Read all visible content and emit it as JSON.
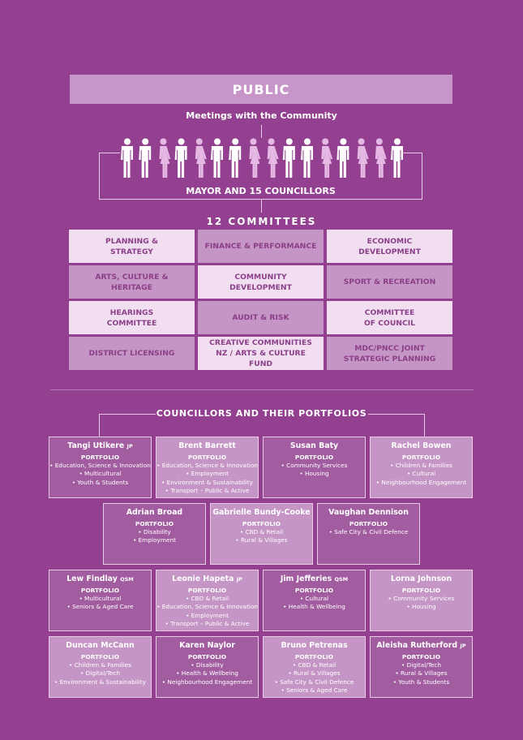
{
  "public_banner": "PUBLIC",
  "meetings_label": "Meetings with the Community",
  "mayor_label": "MAYOR AND 15 COUNCILLORS",
  "people_sequence": [
    "m",
    "m",
    "f",
    "m",
    "f",
    "m",
    "m",
    "f",
    "f",
    "m",
    "m",
    "f",
    "m",
    "f",
    "f",
    "m"
  ],
  "committees_title": "12 COMMITTEES",
  "committees": [
    {
      "label": "PLANNING &\nSTRATEGY",
      "tone": "l"
    },
    {
      "label": "FINANCE & PERFORMANCE",
      "tone": "d"
    },
    {
      "label": "ECONOMIC\nDEVELOPMENT",
      "tone": "l"
    },
    {
      "label": "ARTS, CULTURE & HERITAGE",
      "tone": "d"
    },
    {
      "label": "COMMUNITY\nDEVELOPMENT",
      "tone": "l"
    },
    {
      "label": "SPORT & RECREATION",
      "tone": "d"
    },
    {
      "label": "HEARINGS\nCOMMITTEE",
      "tone": "l"
    },
    {
      "label": "AUDIT & RISK",
      "tone": "d"
    },
    {
      "label": "COMMITTEE\nOF COUNCIL",
      "tone": "l"
    },
    {
      "label": "DISTRICT LICENSING",
      "tone": "d"
    },
    {
      "label": "CREATIVE COMMUNITIES\nNZ / ARTS & CULTURE FUND",
      "tone": "l"
    },
    {
      "label": "MDC/PNCC JOINT\nSTRATEGIC PLANNING",
      "tone": "d"
    }
  ],
  "portfolios_title": "COUNCILLORS AND THEIR PORTFOLIOS",
  "portfolio_heading": "PORTFOLIO",
  "councillors": [
    {
      "name": "Tangi Utikere",
      "honour": "JP",
      "tone": "d",
      "items": [
        "• Education, Science & Innovation",
        "• Multicultural",
        "• Youth & Students"
      ]
    },
    {
      "name": "Brent Barrett",
      "honour": "",
      "tone": "l",
      "items": [
        "• Education, Science & Innovation",
        "• Employment",
        "• Environment & Sustainability",
        "• Transport – Public & Active"
      ]
    },
    {
      "name": "Susan Baty",
      "honour": "",
      "tone": "d",
      "items": [
        "• Community Services",
        "• Housing"
      ]
    },
    {
      "name": "Rachel Bowen",
      "honour": "",
      "tone": "l",
      "items": [
        "• Children & Families",
        "• Cultural",
        "• Neighbourhood Engagement"
      ]
    },
    {
      "name": "Adrian Broad",
      "honour": "",
      "tone": "d",
      "items": [
        "• Disability",
        "• Employment"
      ]
    },
    {
      "name": "Gabrielle Bundy-Cooke",
      "honour": "",
      "tone": "l",
      "items": [
        "• CBD & Retail",
        "• Rural & Villages"
      ]
    },
    {
      "name": "Vaughan Dennison",
      "honour": "",
      "tone": "d",
      "items": [
        "• Safe City & Civil Defence"
      ]
    },
    {
      "name": "Lew Findlay",
      "honour": "QSM",
      "tone": "d",
      "items": [
        "• Multicultural",
        "• Seniors & Aged Care"
      ]
    },
    {
      "name": "Leonie Hapeta",
      "honour": "JP",
      "tone": "l",
      "items": [
        "• CBD & Retail",
        "• Education, Science & Innovation",
        "• Employment",
        "• Transport – Public & Active"
      ]
    },
    {
      "name": "Jim Jefferies",
      "honour": "QSM",
      "tone": "d",
      "items": [
        "• Cultural",
        "• Health & Wellbeing"
      ]
    },
    {
      "name": "Lorna Johnson",
      "honour": "",
      "tone": "l",
      "items": [
        "• Community Services",
        "• Housing"
      ]
    },
    {
      "name": "Duncan McCann",
      "honour": "",
      "tone": "l",
      "items": [
        "• Children & Families",
        "• Digital/Tech",
        "• Environment & Sustainability"
      ]
    },
    {
      "name": "Karen Naylor",
      "honour": "",
      "tone": "d",
      "items": [
        "• Disability",
        "• Health & Wellbeing",
        "• Neighbourhood Engagement"
      ]
    },
    {
      "name": "Bruno Petrenas",
      "honour": "",
      "tone": "l",
      "items": [
        "• CBD & Retail",
        "• Rural & Villages",
        "• Safe City & Civil Defence",
        "• Seniors & Aged Care"
      ]
    },
    {
      "name": "Aleisha Rutherford",
      "honour": "JP",
      "tone": "d",
      "items": [
        "• Digital/Tech",
        "• Rural & Villages",
        "• Youth & Students"
      ]
    }
  ],
  "colors": {
    "background": "#92408f",
    "light_box": "#f1dff1",
    "mid_box": "#c595c5",
    "dark_box": "#a25da0",
    "text_dark": "#8b3f88"
  }
}
